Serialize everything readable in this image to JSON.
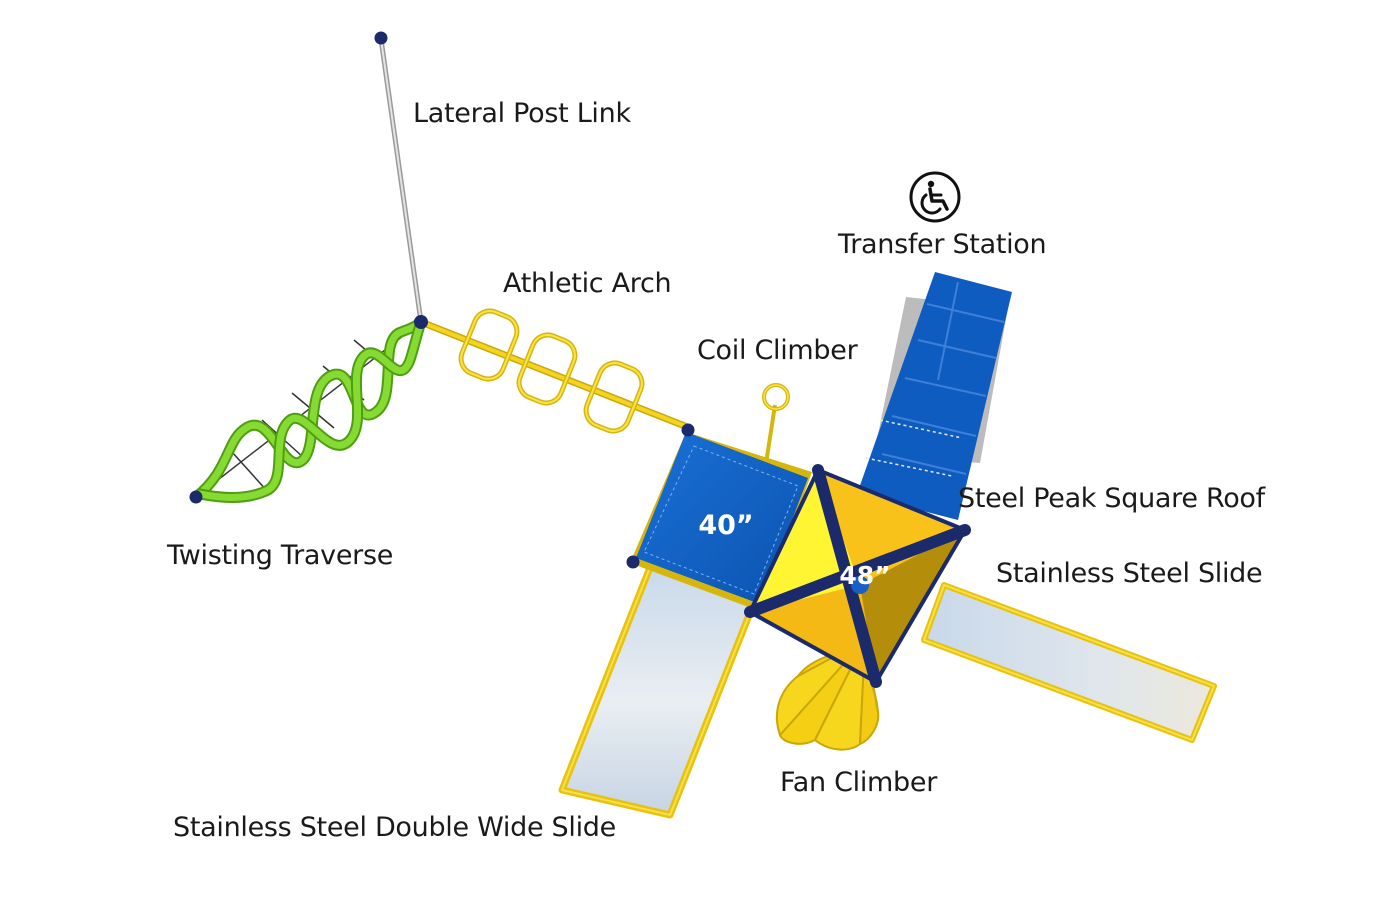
{
  "labels": {
    "lateral_post_link": "Lateral Post Link",
    "athletic_arch": "Athletic Arch",
    "coil_climber": "Coil Climber",
    "transfer_station": "Transfer Station",
    "steel_peak_square_roof": "Steel Peak Square Roof",
    "stainless_steel_slide": "Stainless Steel Slide",
    "twisting_traverse": "Twisting Traverse",
    "fan_climber": "Fan Climber",
    "double_wide_slide": "Stainless Steel Double Wide Slide"
  },
  "deck_heights": {
    "deck_40": "40”",
    "deck_48": "48”"
  },
  "icons": {
    "accessibility": "wheelchair-icon"
  },
  "colors": {
    "deck_blue": "#0f5fc4",
    "frame_yellow": "#f2d21b",
    "roof_yellow": "#f6c31c",
    "roof_dark": "#b8920c",
    "roof_ribs": "#1b2a6b",
    "traverse_green": "#7bd32b",
    "post_cap_navy": "#1b2a6b",
    "slide_steel": "#cfdbe6"
  }
}
